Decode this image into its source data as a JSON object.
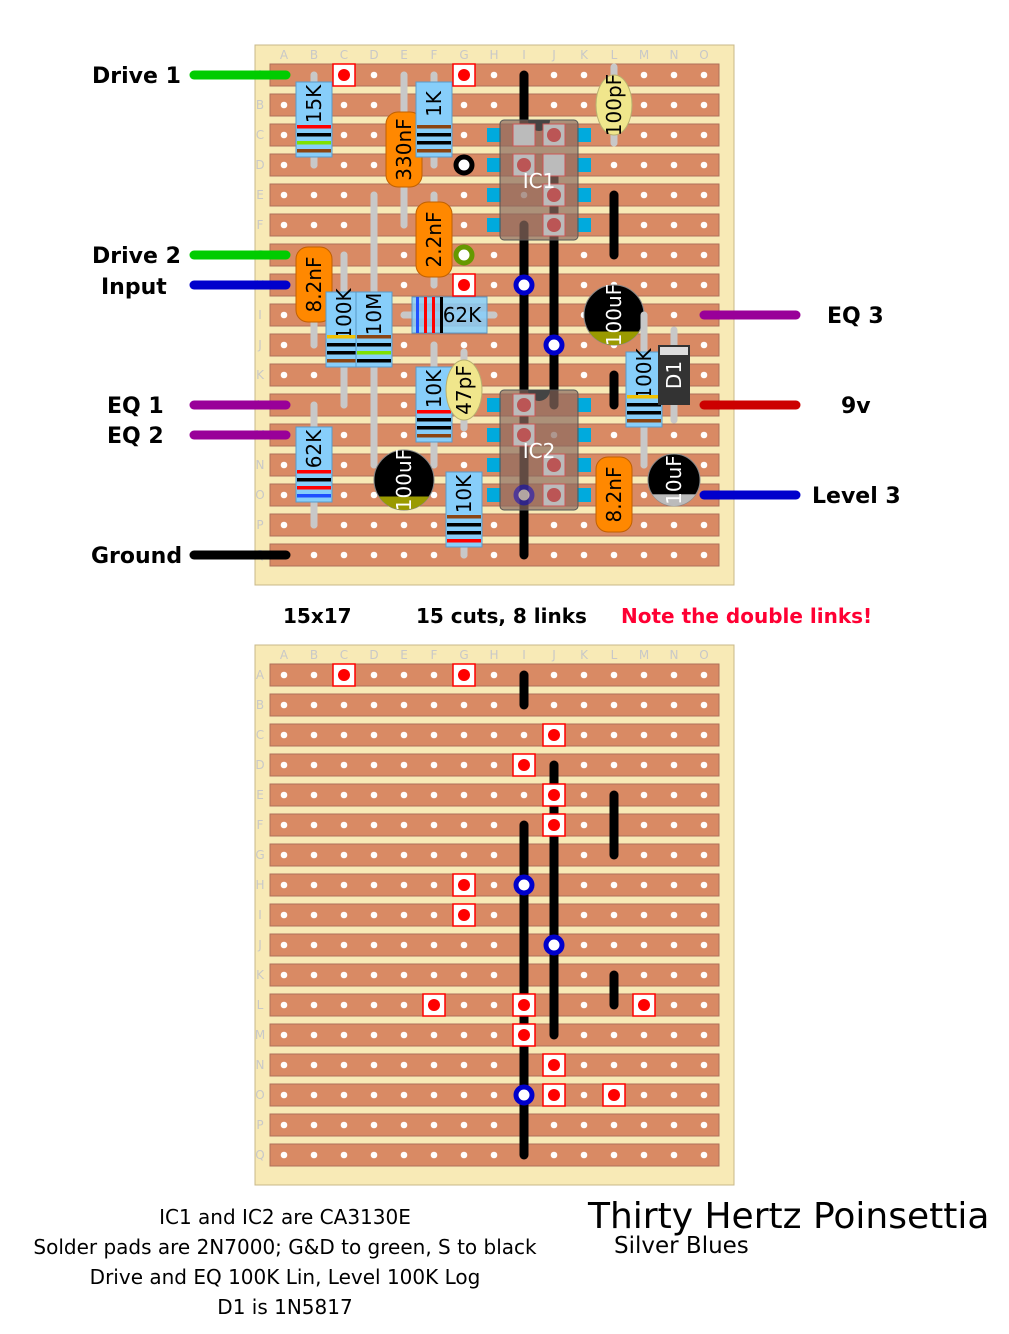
{
  "columns": [
    "A",
    "B",
    "C",
    "D",
    "E",
    "F",
    "G",
    "H",
    "I",
    "J",
    "K",
    "L",
    "M",
    "N",
    "O"
  ],
  "rows": [
    "A",
    "B",
    "C",
    "D",
    "E",
    "F",
    "G",
    "H",
    "I",
    "J",
    "K",
    "L",
    "M",
    "N",
    "O",
    "P",
    "Q"
  ],
  "colors": {
    "board": "#f8eab6",
    "strip": "#d98a64",
    "strip_border": "#b0705a",
    "resistor": "#87cefa",
    "cap_film": "#ff8800",
    "cap_ceramic": "#f0e68c",
    "ic": "#8b6b60",
    "cut": "#ff0000",
    "link": "#000000",
    "joint": "#0000cc"
  },
  "off_board_labels": {
    "drive1": "Drive 1",
    "drive2": "Drive 2",
    "input": "Input",
    "eq1": "EQ 1",
    "eq2": "EQ 2",
    "ground": "Ground",
    "eq3": "EQ 3",
    "v9": "9v",
    "level3": "Level 3"
  },
  "components": {
    "r15k": "15K",
    "c330n": "330nF",
    "r1k": "1K",
    "c2n2": "2.2nF",
    "c100p": "100pF",
    "ic1": "IC1",
    "c8n2a": "8.2nF",
    "r100ka": "100K",
    "r10m": "10M",
    "r62ka": "62K",
    "r10ka": "10K",
    "c47p": "47pF",
    "r62kb": "62K",
    "e100ua": "100uF",
    "r10kb": "10K",
    "ic2": "IC2",
    "e100ub": "100uF",
    "r100kb": "100K",
    "d1": "D1",
    "c8n2b": "8.2nF",
    "e10u": "10uF"
  },
  "info": {
    "size": "15x17",
    "cuts": "15 cuts, 8 links",
    "warning": "Note the double links!"
  },
  "notes": [
    "IC1 and IC2 are CA3130E",
    "Solder pads are 2N7000; G&D to green, S to black",
    "Drive and EQ 100K Lin, Level 100K Log",
    "D1 is 1N5817"
  ],
  "title": "Thirty Hertz Poinsettia",
  "subtitle": "Silver Blues"
}
